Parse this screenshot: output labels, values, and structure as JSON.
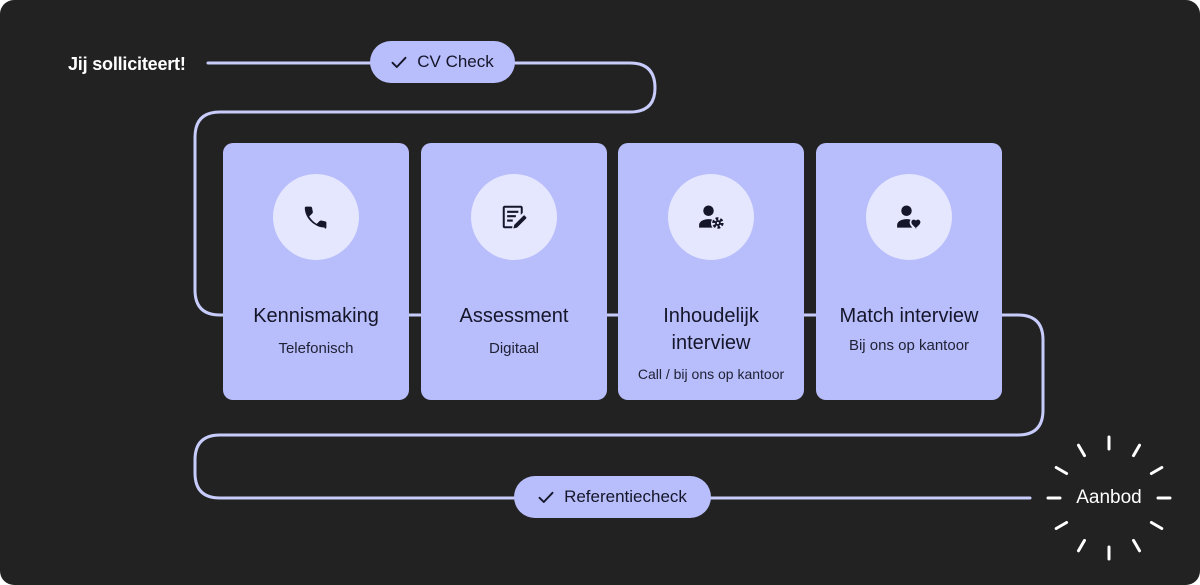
{
  "colors": {
    "background": "#222222",
    "track": "#c8ccfb",
    "card": "#b8bdfb",
    "icon_circle": "#e5e7ff",
    "text_dark": "#15162a",
    "text_light": "#ffffff"
  },
  "start": {
    "label": "Jij solliciteert!"
  },
  "checks": [
    {
      "label": "CV Check",
      "icon": "check-icon"
    },
    {
      "label": "Referentiecheck",
      "icon": "check-icon"
    }
  ],
  "steps": [
    {
      "title": "Kennismaking",
      "subtitle": "Telefonisch",
      "icon": "phone-icon"
    },
    {
      "title": "Assessment",
      "subtitle": "Digitaal",
      "icon": "edit-document-icon"
    },
    {
      "title": "Inhoudelijk interview",
      "subtitle": "Call / bij ons op kantoor",
      "icon": "person-gear-icon"
    },
    {
      "title": "Match interview",
      "subtitle": "Bij ons op kantoor",
      "icon": "person-heart-icon"
    }
  ],
  "end": {
    "label": "Aanbod",
    "icon": "sparkle-burst-icon"
  }
}
